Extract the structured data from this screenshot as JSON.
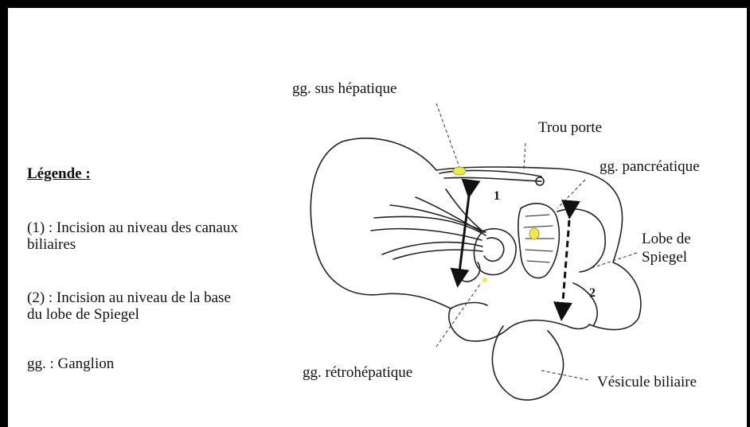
{
  "legend": {
    "title": "Légende :",
    "items": [
      {
        "line1": "(1) : Incision au niveau  des canaux",
        "line2": "biliaires"
      },
      {
        "line1": "(2) : Incision au niveau de la base",
        "line2": "du lobe de Spiegel"
      },
      {
        "line1": "gg. : Ganglion",
        "line2": ""
      }
    ]
  },
  "labels": {
    "gg_sus_hepatique": "gg. sus hépatique",
    "trou_porte": "Trou porte",
    "gg_pancreatique": "gg. pancréatique",
    "lobe_line1": "Lobe de",
    "lobe_line2": "Spiegel",
    "gg_retrohepatique": "gg. rétrohépatique",
    "vesicule_biliaire": "Vésicule biliaire",
    "incision_1": "1",
    "incision_2": "2"
  },
  "colors": {
    "ganglion": "#f2e94a",
    "line": "#222222"
  }
}
